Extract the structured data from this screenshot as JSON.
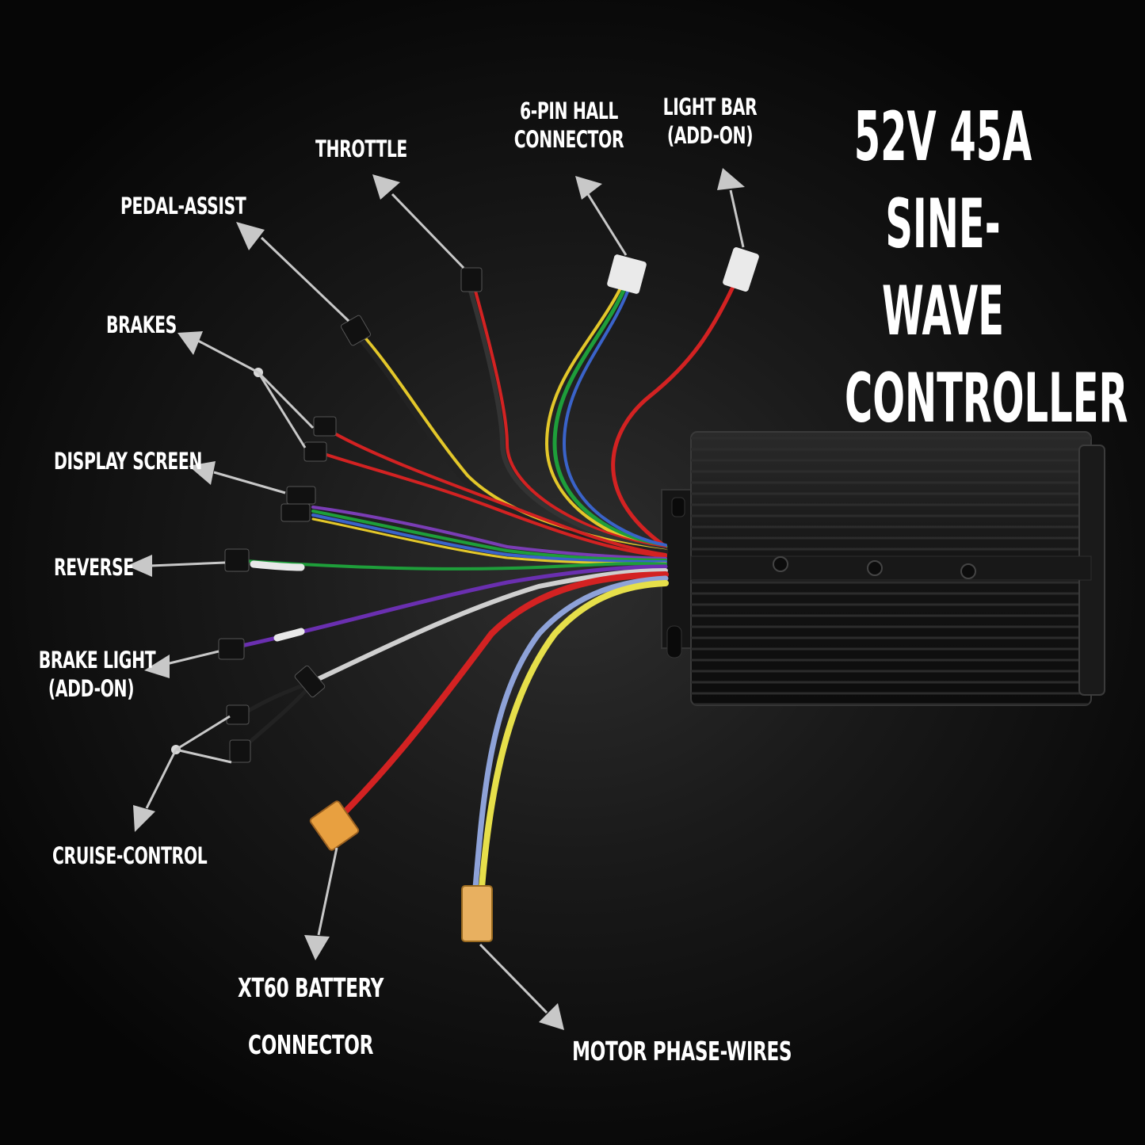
{
  "title": {
    "line1": "52V 45A",
    "line2": "SINE-WAVE",
    "line3": "CONTROLLER"
  },
  "labels": {
    "throttle": "THROTTLE",
    "hall_line1": "6-PIN HALL",
    "hall_line2": "CONNECTOR",
    "lightbar_line1": "LIGHT BAR",
    "lightbar_line2": "(ADD-ON)",
    "pedal_assist": "PEDAL-ASSIST",
    "brakes": "BRAKES",
    "display_screen": "DISPLAY SCREEN",
    "reverse": "REVERSE",
    "brake_light_line1": "BRAKE LIGHT",
    "brake_light_line2": "(ADD-ON)",
    "cruise_control": "CRUISE-CONTROL",
    "battery_line1": "XT60 BATTERY",
    "battery_line2": "CONNECTOR",
    "motor_phase": "MOTOR PHASE-WIRES"
  },
  "colors": {
    "background": "#0a0a0a",
    "arrow": "#c8c8c8",
    "controller_body": "#1c1c1c",
    "xt60": "#e8a040",
    "phase_connector": "#e8b060"
  }
}
